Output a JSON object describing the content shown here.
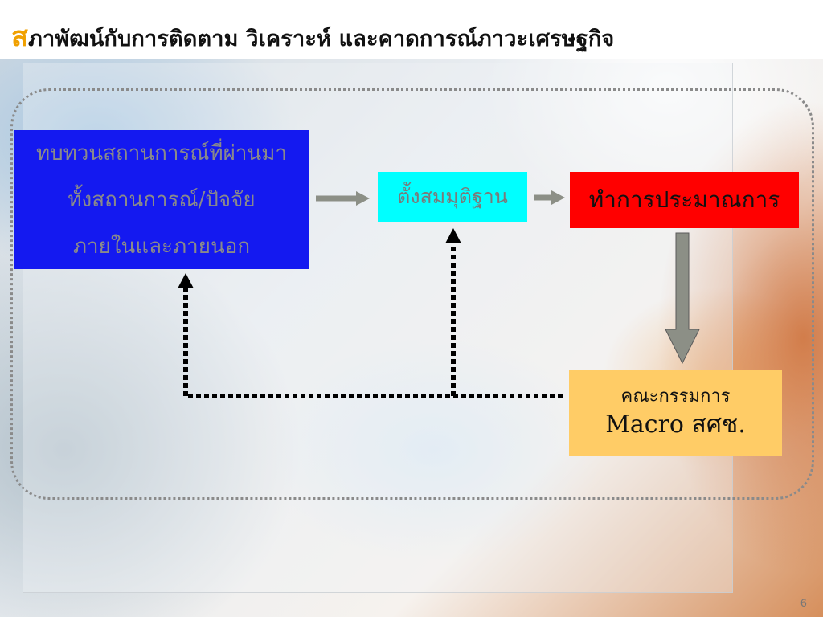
{
  "slide": {
    "title_lead": "ส",
    "title_rest": "ภาพัฒน์กับการติดตาม วิเคราะห์ และคาดการณ์ภาวะเศรษฐกิจ",
    "page_number": "6"
  },
  "diagram": {
    "review_box": {
      "line1": "ทบทวนสถานการณ์ที่ผ่านมา",
      "line2": "ทั้งสถานการณ์/ปัจจัย",
      "line3": "ภายในและภายนอก"
    },
    "assumption_box": "ตั้งสมมุติฐาน",
    "estimate_box": "ทำการประมาณการ",
    "committee_box": {
      "line1": "คณะกรรมการ",
      "line2": "Macro สศช."
    }
  },
  "colors": {
    "title_accent": "#f0a000",
    "review_box": "#1419f0",
    "assumption_box": "#00ffff",
    "estimate_box": "#ff0000",
    "committee_box": "#ffcc66",
    "solid_arrow": "#8c8f86",
    "dotted_arrow": "#000000"
  }
}
